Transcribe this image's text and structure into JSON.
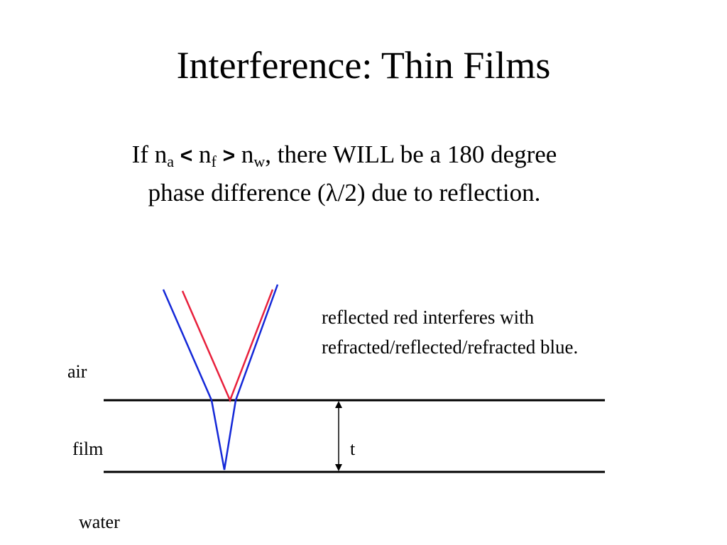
{
  "slide": {
    "title": "Interference:  Thin Films"
  },
  "statement": {
    "if": "If n",
    "sub_a": "a",
    "lt": "<",
    "n_f": " n",
    "sub_f": "f",
    "gt": ">",
    "n_w": " n",
    "sub_w": "w",
    "line1_rest": ", there WILL be a 180 degree",
    "line2": "phase difference (λ/2) due to reflection."
  },
  "diagram": {
    "layers": {
      "air": "air",
      "film": "film",
      "water": "water"
    },
    "thickness_label": "t",
    "note_line1": "reflected red interferes with",
    "note_line2": "refracted/reflected/refracted blue.",
    "colors": {
      "red_ray": "#e8203c",
      "blue_ray": "#1428d8",
      "interface": "#000000"
    }
  }
}
